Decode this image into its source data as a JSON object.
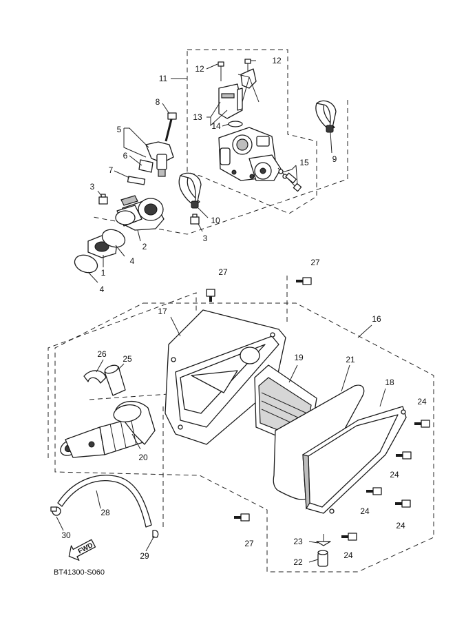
{
  "figure": {
    "reference_code": "BT41300-S060",
    "direction_label": "FWD"
  },
  "callouts": [
    "1",
    "2",
    "3",
    "3",
    "4",
    "4",
    "5",
    "6",
    "7",
    "8",
    "9",
    "10",
    "11",
    "12",
    "12",
    "13",
    "14",
    "15",
    "16",
    "17",
    "18",
    "19",
    "20",
    "21",
    "22",
    "23",
    "24",
    "24",
    "24",
    "24",
    "24",
    "25",
    "26",
    "27",
    "27",
    "27",
    "28",
    "29",
    "30"
  ],
  "colors": {
    "line": "#1a1a1a",
    "background": "#ffffff",
    "shade": "#3a3a3a"
  }
}
